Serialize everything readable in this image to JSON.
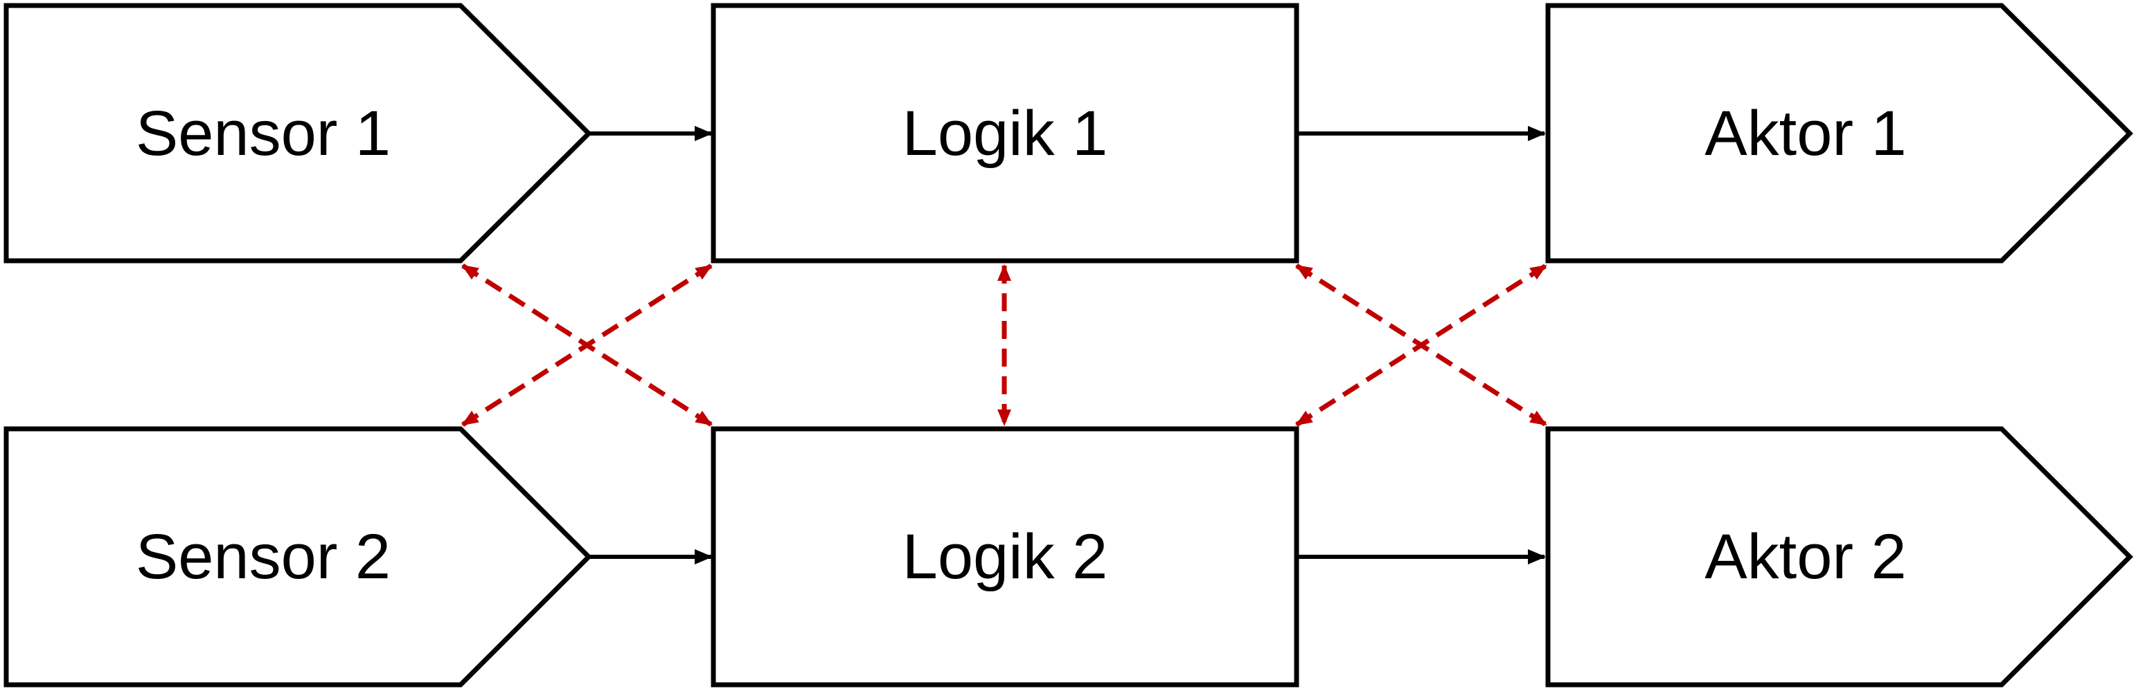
{
  "nodes": {
    "sensor1": {
      "label": "Sensor 1"
    },
    "sensor2": {
      "label": "Sensor 2"
    },
    "logik1": {
      "label": "Logik 1"
    },
    "logik2": {
      "label": "Logik 2"
    },
    "aktor1": {
      "label": "Aktor 1"
    },
    "aktor2": {
      "label": "Aktor 2"
    }
  },
  "edges": {
    "solid": [
      {
        "from": "sensor1",
        "to": "logik1"
      },
      {
        "from": "logik1",
        "to": "aktor1"
      },
      {
        "from": "sensor2",
        "to": "logik2"
      },
      {
        "from": "logik2",
        "to": "aktor2"
      }
    ],
    "dashed_bidirectional": [
      {
        "a": "sensor1",
        "b": "logik2"
      },
      {
        "a": "sensor2",
        "b": "logik1"
      },
      {
        "a": "logik1",
        "b": "logik2"
      },
      {
        "a": "logik1",
        "b": "aktor2"
      },
      {
        "a": "logik2",
        "b": "aktor1"
      }
    ]
  },
  "colors": {
    "stroke": "#000000",
    "fill": "#ffffff",
    "dashed_connector": "#c00000"
  }
}
